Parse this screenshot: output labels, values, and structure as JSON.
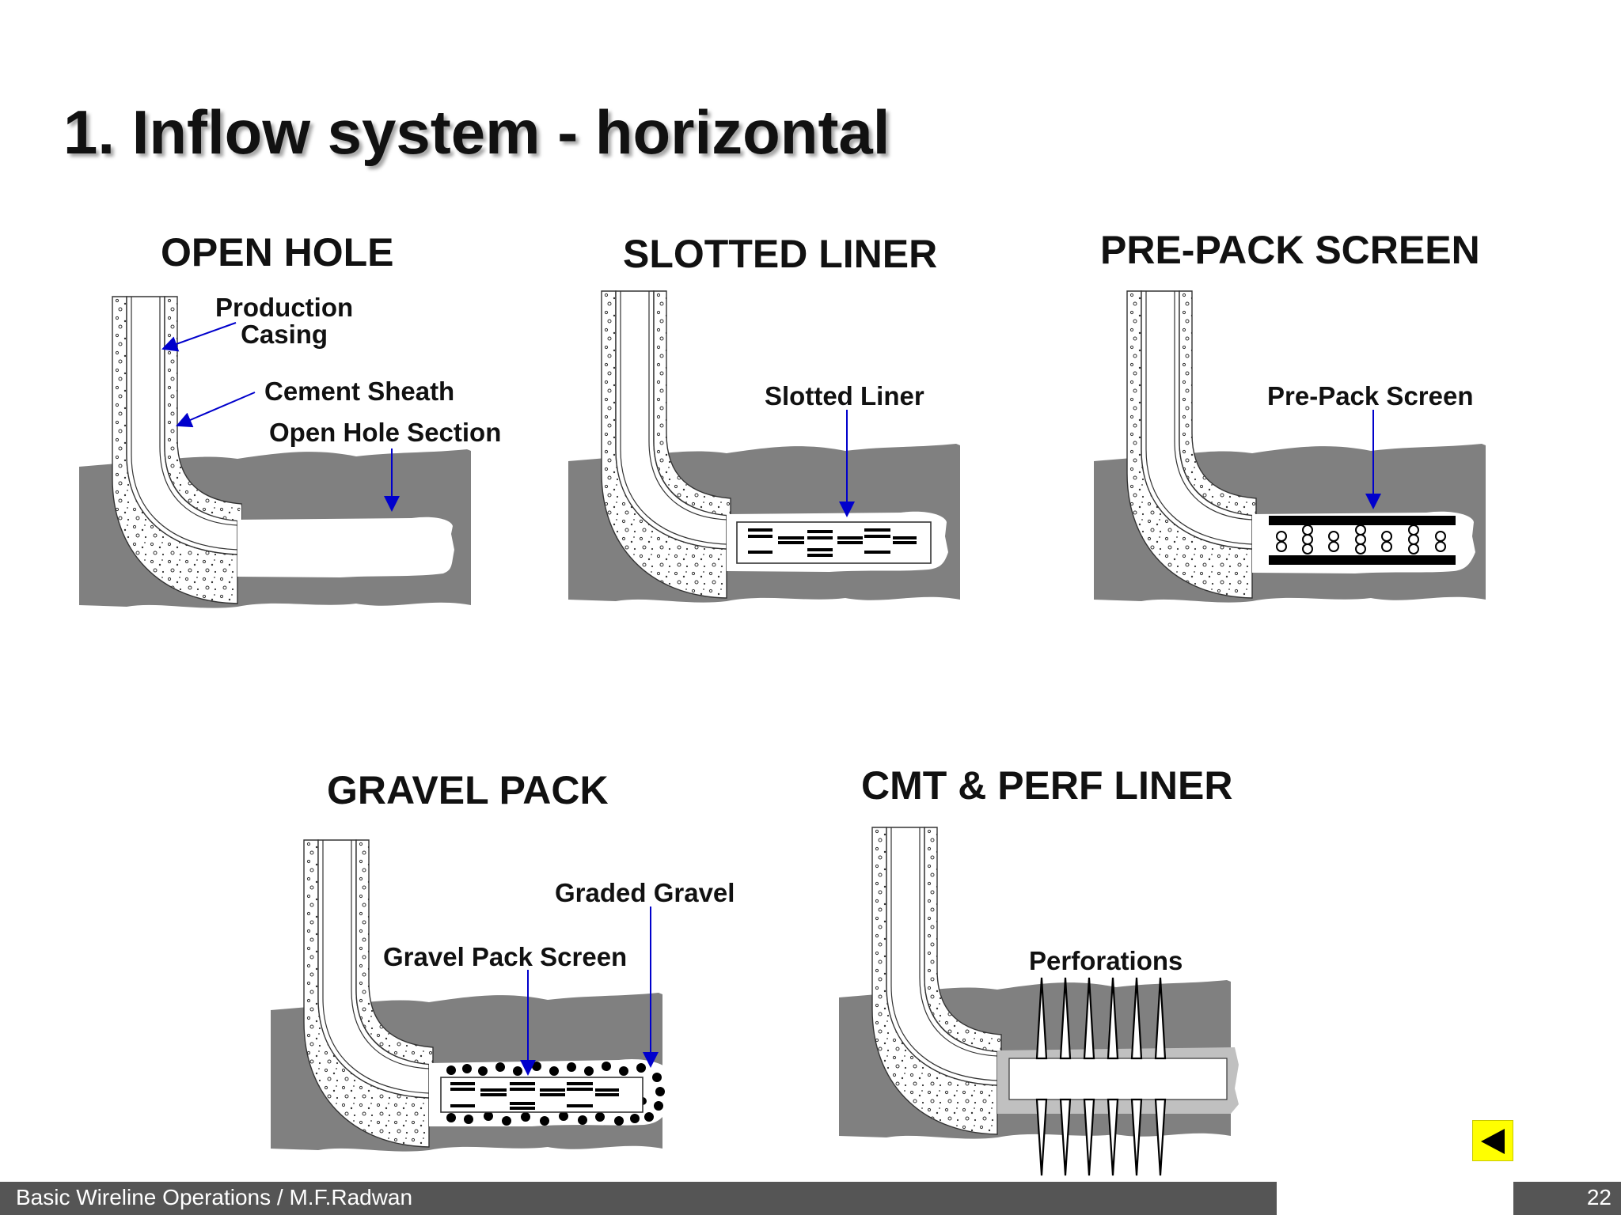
{
  "slide": {
    "title": "1. Inflow system - horizontal"
  },
  "panels": {
    "open_hole": {
      "title": "OPEN HOLE",
      "labels": {
        "production_casing_1": "Production",
        "production_casing_2": "Casing",
        "cement_sheath": "Cement Sheath",
        "open_hole_section": "Open Hole Section"
      }
    },
    "slotted_liner": {
      "title": "SLOTTED LINER",
      "labels": {
        "slotted_liner": "Slotted Liner"
      }
    },
    "prepack_screen": {
      "title": "PRE-PACK SCREEN",
      "labels": {
        "prepack_screen": "Pre-Pack Screen"
      }
    },
    "gravel_pack": {
      "title": "GRAVEL PACK",
      "labels": {
        "graded_gravel": "Graded Gravel",
        "gravel_pack_screen": "Gravel Pack Screen"
      }
    },
    "cmt_perf_liner": {
      "title": "CMT & PERF LINER",
      "labels": {
        "perforations": "Perforations"
      }
    }
  },
  "footer": {
    "text": "Basic Wireline Operations / M.F.Radwan",
    "page_number": "22"
  },
  "nav": {
    "back_icon": "triangle-left-icon"
  },
  "colors": {
    "formation": "#808080",
    "cement": "#ffffff",
    "arrow": "#0000cc",
    "footer_bg": "#555555",
    "nav_button": "#ffff00"
  }
}
